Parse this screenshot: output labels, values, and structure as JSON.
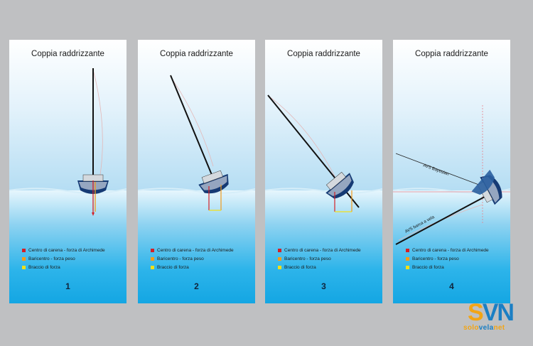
{
  "panels": [
    {
      "title": "Coppia raddrizzante",
      "number": "1"
    },
    {
      "title": "Coppia raddrizzante",
      "number": "2"
    },
    {
      "title": "Coppia raddrizzante",
      "number": "3"
    },
    {
      "title": "Coppia raddrizzante",
      "number": "4",
      "labels": {
        "avs_bayesian": "AVS Bayesian",
        "avs_barca_vela": "AVS barca a vela"
      }
    }
  ],
  "legend": [
    {
      "label": "Centro di carena - forza di Archimede",
      "color": "#d32027"
    },
    {
      "label": "Baricentro - forza peso",
      "color": "#f29b1c"
    },
    {
      "label": "Braccio di forza",
      "color": "#f2e01a"
    }
  ],
  "logo": {
    "mark_s": "S",
    "mark_v": "VN",
    "url_1": "solo",
    "url_2": "vela",
    "url_3": "net"
  }
}
